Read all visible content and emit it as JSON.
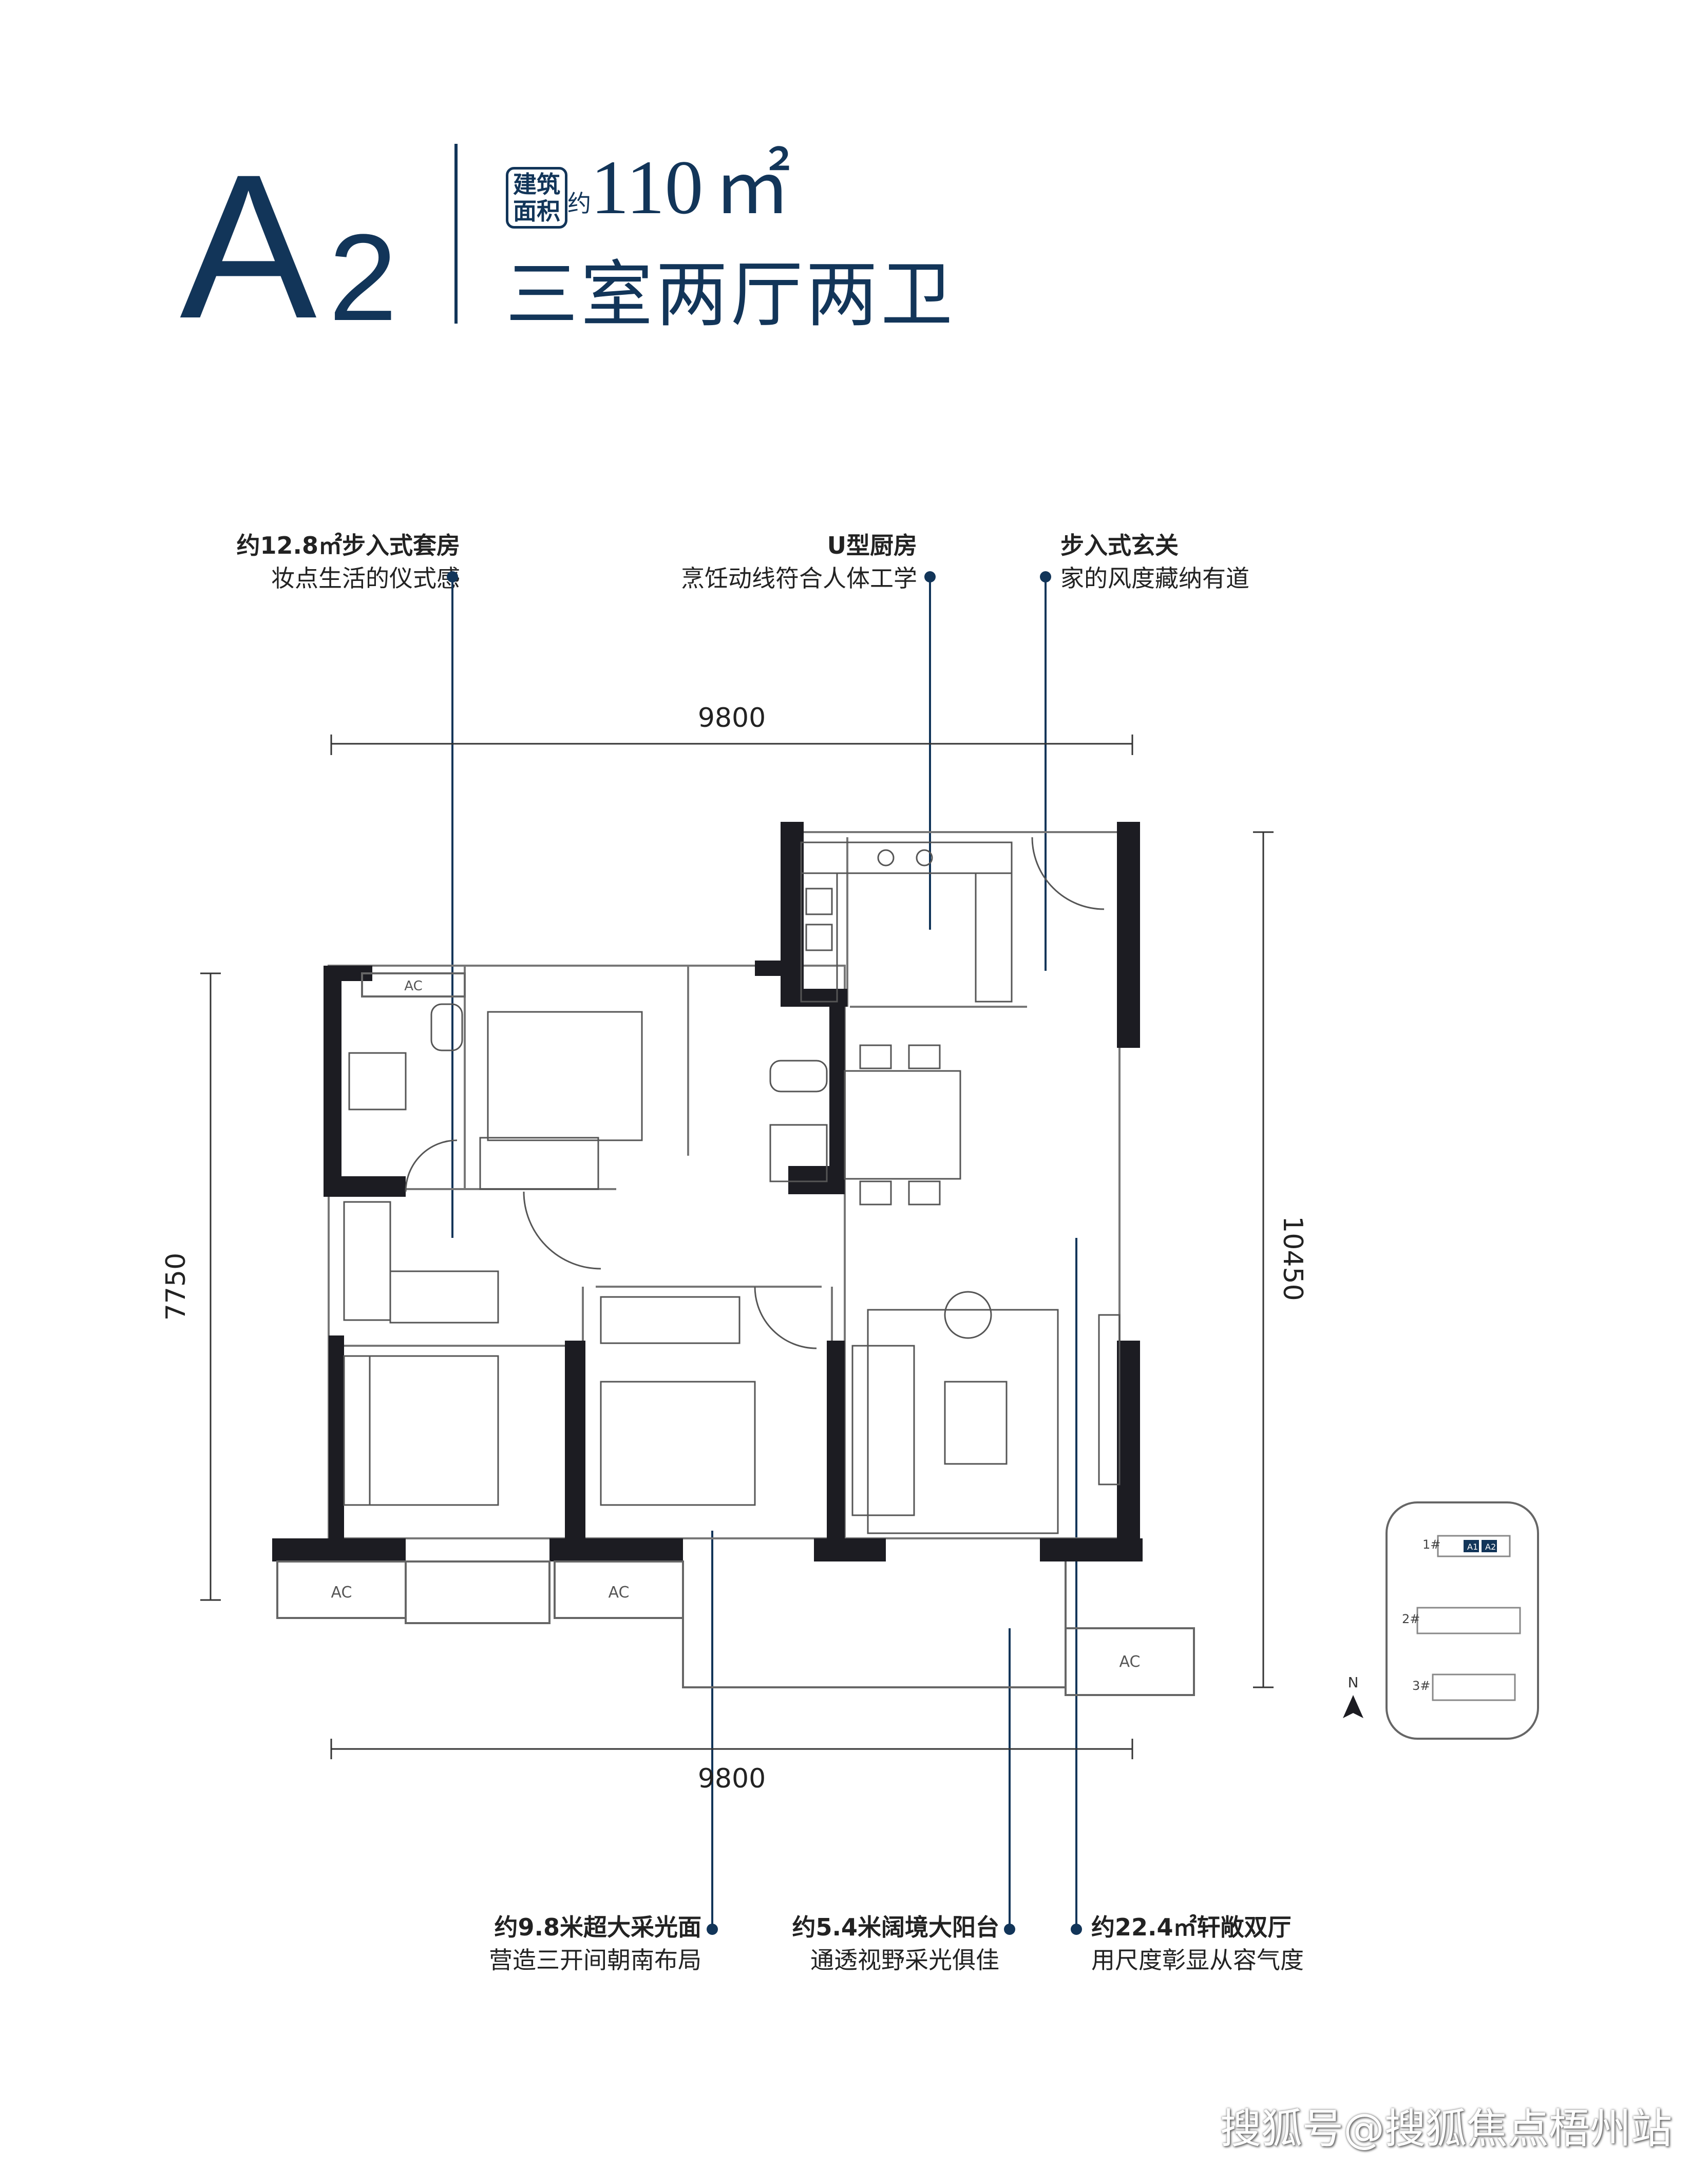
{
  "title": {
    "type_letter": "A",
    "type_number": "2",
    "area_badge_line1": "建筑",
    "area_badge_line2": "面积",
    "area_approx": "约",
    "area_value": "110",
    "area_unit": "㎡",
    "layout_name": "三室两厅两卫"
  },
  "features": {
    "suite": {
      "line1": "约12.8㎡步入式套房",
      "line2": "妆点生活的仪式感"
    },
    "kitchen": {
      "line1": "U型厨房",
      "line2": "烹饪动线符合人体工学"
    },
    "entrance": {
      "line1": "步入式玄关",
      "line2": "家的风度藏纳有道"
    },
    "daylight": {
      "line1": "约9.8米超大采光面",
      "line2": "营造三开间朝南布局"
    },
    "balcony": {
      "line1": "约5.4米阔境大阳台",
      "line2": "通透视野采光俱佳"
    },
    "living": {
      "line1": "约22.4㎡轩敞双厅",
      "line2": "用尺度彰显从容气度"
    }
  },
  "dimensions": {
    "top": "9800",
    "bottom": "9800",
    "left": "7750",
    "right": "10450"
  },
  "plan_labels": {
    "ac": "AC"
  },
  "keyplan": {
    "building1": "1#",
    "building2": "2#",
    "building3": "3#",
    "unit_a1": "A1",
    "unit_a2": "A2",
    "compass": "N"
  },
  "watermark": "搜狐号@搜狐焦点梧州站",
  "colors": {
    "brand": "#123559",
    "wall": "#1c1c22"
  }
}
